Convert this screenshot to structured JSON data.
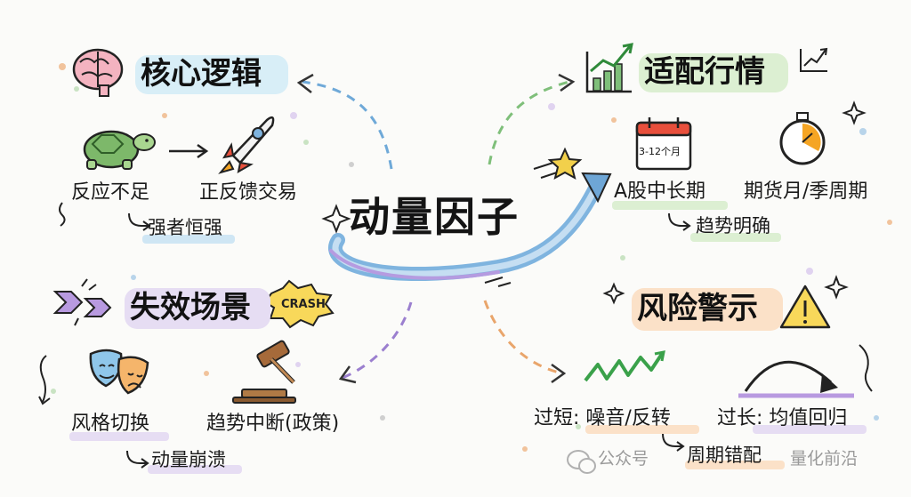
{
  "center": {
    "title": "动量因子"
  },
  "sections": {
    "logic": {
      "title": "核心逻辑",
      "left_item": "反应不足",
      "right_item": "正反馈交易",
      "result": "强者恒强"
    },
    "market": {
      "title": "适配行情",
      "calendar_label": "3-12个月",
      "left_item": "A股中长期",
      "right_item": "期货月/季周期",
      "result": "趋势明确"
    },
    "failure": {
      "title": "失效场景",
      "badge": "CRASH",
      "left_item": "风格切换",
      "right_item": "趋势中断(政策)",
      "result": "动量崩溃"
    },
    "risk": {
      "title": "风险警示",
      "left_item": "过短: 噪音/反转",
      "right_item": "过长: 均值回归",
      "result": "周期错配"
    }
  },
  "watermark": {
    "prefix": "公众号",
    "name": "量化前沿"
  },
  "colors": {
    "logic_highlight": "#d8eef7",
    "market_highlight": "#dcefd2",
    "failure_highlight": "#e6ddf3",
    "risk_highlight": "#fbe1c8",
    "arrow_blue": "#6fa9d8",
    "arrow_green": "#7fbf7a",
    "arrow_purple": "#9b7fcf",
    "arrow_orange": "#e9a56b"
  },
  "icons": [
    "brain-icon",
    "turtle-icon",
    "rocket-icon",
    "bar-chart-icon",
    "trend-up-icon",
    "calendar-icon",
    "stopwatch-icon",
    "crossed-arrows-icon",
    "crash-badge",
    "theater-masks-icon",
    "gavel-icon",
    "warning-icon",
    "zigzag-icon",
    "arc-arrow-icon",
    "wechat-icon"
  ]
}
